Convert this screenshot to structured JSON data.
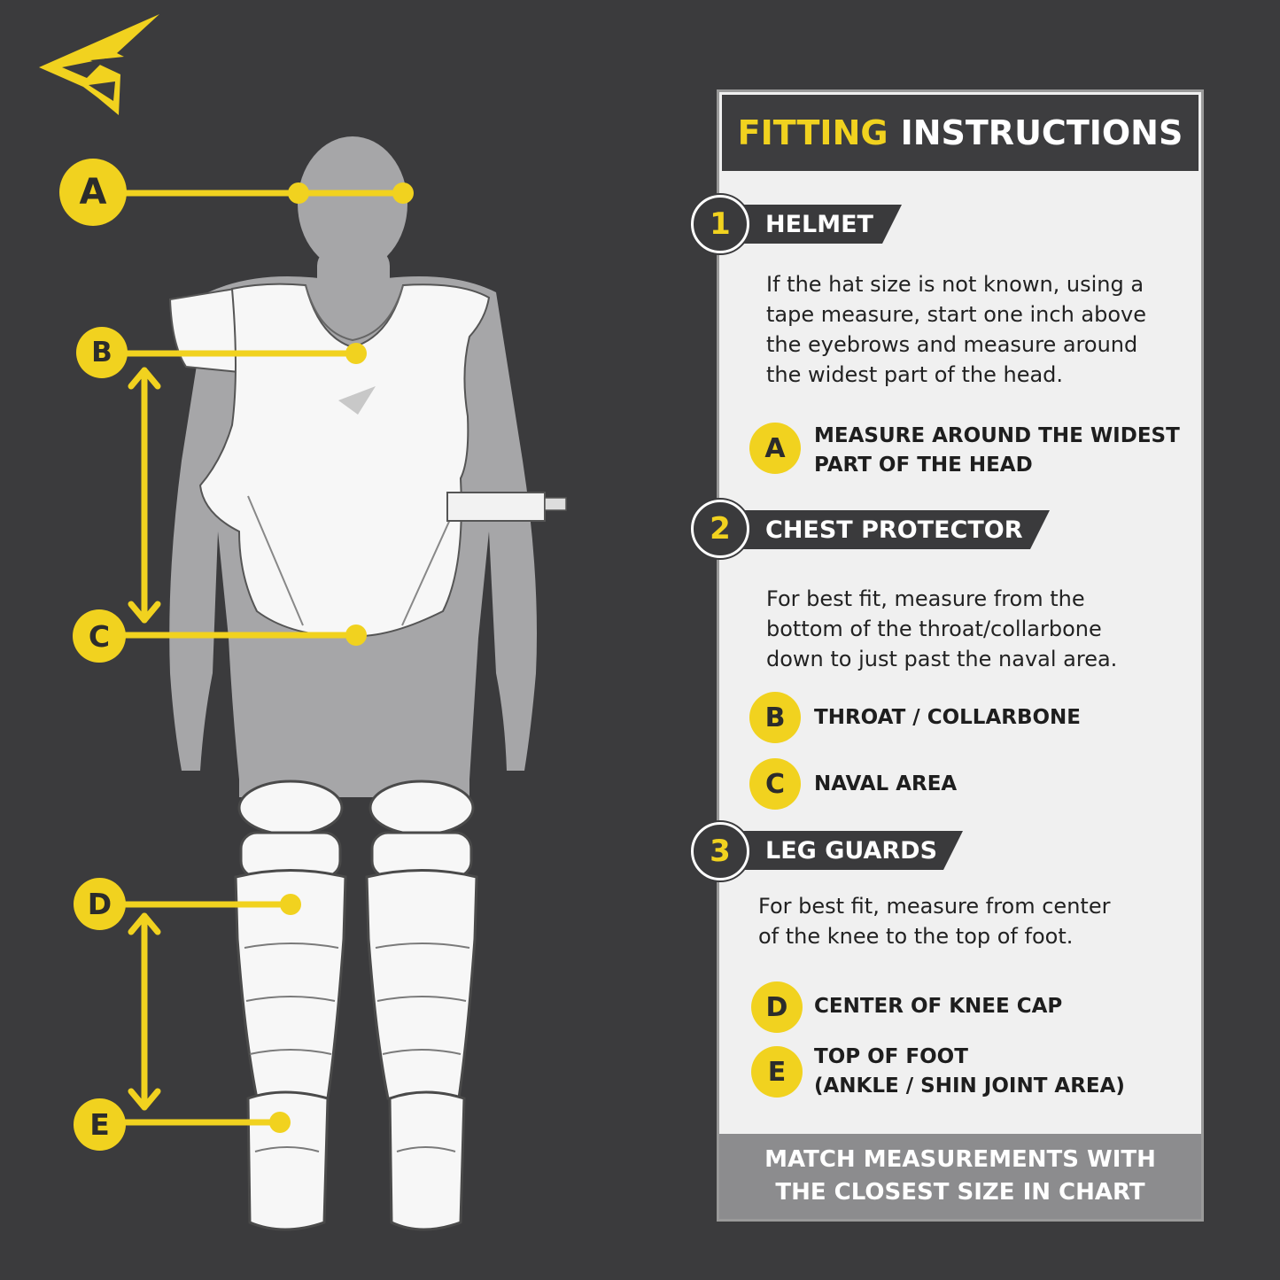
{
  "panel": {
    "title_highlight": "FITTING",
    "title_rest": "INSTRUCTIONS",
    "footer_line1": "MATCH MEASUREMENTS WITH",
    "footer_line2": "THE CLOSEST SIZE IN CHART"
  },
  "sections": [
    {
      "number": "1",
      "title": "HELMET",
      "text": [
        "If the hat size is not known, using a",
        "tape measure, start one inch above",
        "the eyebrows and measure around",
        "the widest part of the head."
      ],
      "points": [
        {
          "letter": "A",
          "lines": [
            "MEASURE AROUND THE WIDEST",
            "PART OF THE HEAD"
          ]
        }
      ]
    },
    {
      "number": "2",
      "title": "CHEST PROTECTOR",
      "text": [
        "For best fit, measure from the",
        "bottom of the throat/collarbone",
        "down to just past the naval area."
      ],
      "points": [
        {
          "letter": "B",
          "lines": [
            "THROAT / COLLARBONE"
          ]
        },
        {
          "letter": "C",
          "lines": [
            "NAVAL AREA"
          ]
        }
      ]
    },
    {
      "number": "3",
      "title": "LEG GUARDS",
      "text": [
        "For best fit, measure from center",
        "of the knee to the top of foot."
      ],
      "points": [
        {
          "letter": "D",
          "lines": [
            "CENTER OF KNEE CAP"
          ]
        },
        {
          "letter": "E",
          "lines": [
            "TOP OF FOOT",
            "(ANKLE / SHIN JOINT AREA)"
          ]
        }
      ]
    }
  ],
  "figure_markers": [
    "A",
    "B",
    "C",
    "D",
    "E"
  ],
  "colors": {
    "background": "#3b3b3d",
    "accent_yellow": "#f1d21f",
    "panel": "#f0f0f0",
    "dark_bar": "#3a3a3c",
    "footer": "#8c8c8e",
    "silhouette": "#a8a8aa"
  },
  "icons": {
    "logo": "easton-logo-icon"
  }
}
